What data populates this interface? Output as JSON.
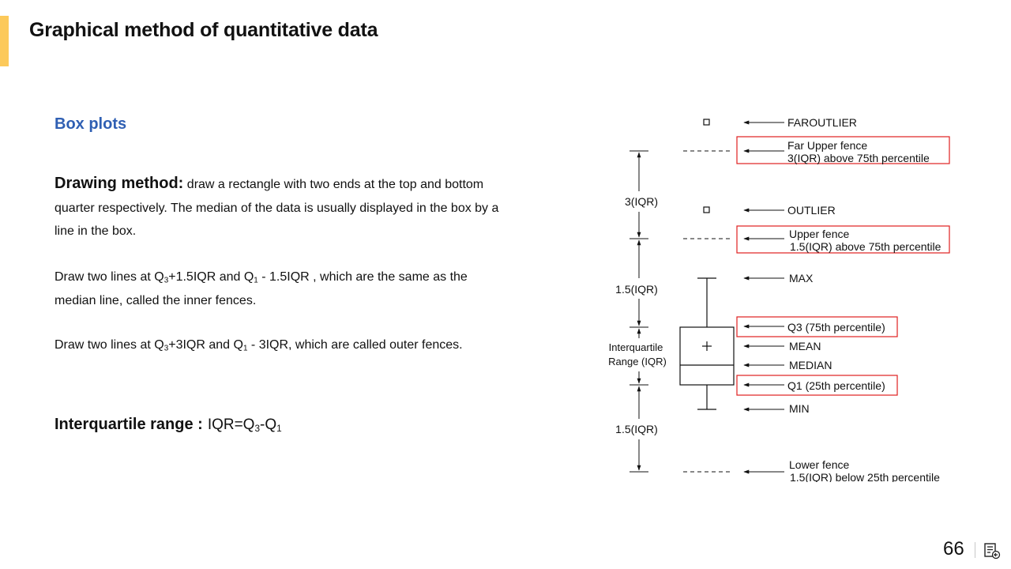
{
  "title": "Graphical method of quantitative data",
  "section_heading": "Box plots",
  "drawing_method": {
    "lead": "Drawing method:",
    "text": " draw a rectangle with two ends at the top and bottom quarter respectively. The median of the data is usually displayed in the box by a line in the box."
  },
  "inner_fences": {
    "part1": "Draw two lines at Q",
    "sub1": "3",
    "part2": "+1.5IQR and Q",
    "sub2": "1",
    "part3": " - 1.5IQR , which are the same as the median line, called the inner fences."
  },
  "outer_fences": {
    "part1": "Draw two lines at Q",
    "sub1": "3",
    "part2": "+3IQR and Q",
    "sub2": "1",
    "part3": " - 3IQR, which are called outer fences."
  },
  "iqr": {
    "lead": "Interquartile range :",
    "f1": "IQR=Q",
    "sub1": "3",
    "f2": "-Q",
    "sub2": "1"
  },
  "diagram": {
    "labels": {
      "far_outlier": "FAROUTLIER",
      "far_upper_fence_1": "Far Upper fence",
      "far_upper_fence_2": "3(IQR) above 75th percentile",
      "outlier": "OUTLIER",
      "upper_fence_1": "Upper fence",
      "upper_fence_2": "1.5(IQR) above 75th percentile",
      "max": "MAX",
      "q3": "Q3 (75th percentile)",
      "mean": "MEAN",
      "median": "MEDIAN",
      "q1": "Q1 (25th percentile)",
      "min": "MIN",
      "lower_fence_1": "Lower fence",
      "lower_fence_2": "1.5(IQR) below 25th percentile"
    },
    "dims": {
      "three_iqr": "3(IQR)",
      "one_five_upper": "1.5(IQR)",
      "interquartile_1": "Interquartile",
      "interquartile_2": "Range (IQR)",
      "one_five_lower": "1.5(IQR)"
    },
    "highlight_color": "#e02020"
  },
  "page_number": "66"
}
